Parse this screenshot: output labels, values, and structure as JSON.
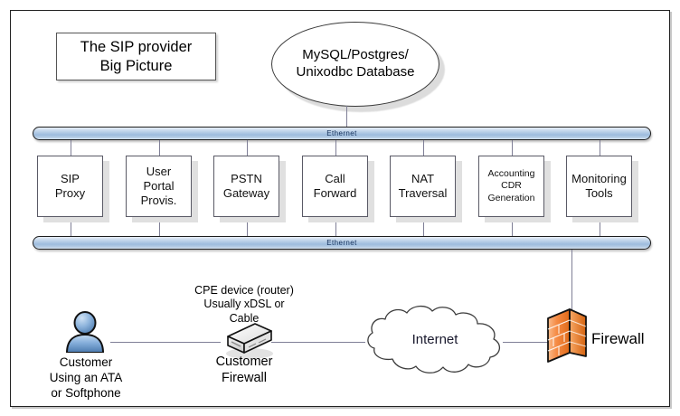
{
  "diagram": {
    "title_box": {
      "line1": "The SIP provider",
      "line2": "Big Picture"
    },
    "database": {
      "line1": "MySQL/Postgres/",
      "line2": "Unixodbc Database"
    },
    "buses": {
      "top_label": "Ethernet",
      "bottom_label": "Ethernet"
    },
    "services": [
      {
        "id": "sip-proxy",
        "lines": [
          "SIP",
          "Proxy"
        ],
        "small": false
      },
      {
        "id": "user-portal",
        "lines": [
          "User",
          "Portal",
          "Provis."
        ],
        "small": false
      },
      {
        "id": "pstn-gateway",
        "lines": [
          "PSTN",
          "Gateway"
        ],
        "small": false
      },
      {
        "id": "call-forward",
        "lines": [
          "Call",
          "Forward"
        ],
        "small": false
      },
      {
        "id": "nat-traversal",
        "lines": [
          "NAT",
          "Traversal"
        ],
        "small": false
      },
      {
        "id": "accounting-cdr",
        "lines": [
          "Accounting",
          "CDR",
          "Generation"
        ],
        "small": true
      },
      {
        "id": "monitoring-tools",
        "lines": [
          "Monitoring",
          "Tools"
        ],
        "small": false
      }
    ],
    "customer": {
      "line1": "Customer",
      "line2": "Using an ATA",
      "line3": "or Softphone"
    },
    "cpe": {
      "line1": "CPE device (router)",
      "line2": "Usually xDSL or",
      "line3": "Cable",
      "under1": "Customer",
      "under2": "Firewall"
    },
    "internet": {
      "label": "Internet"
    },
    "firewall": {
      "label": "Firewall"
    },
    "colors": {
      "bus_blue": "#9dbcdd",
      "firewall_orange": "#f07830",
      "person_blue": "#6b9bd2",
      "connector_gray": "#7f7f96",
      "shadow_gray": "#e0e0e0"
    }
  }
}
